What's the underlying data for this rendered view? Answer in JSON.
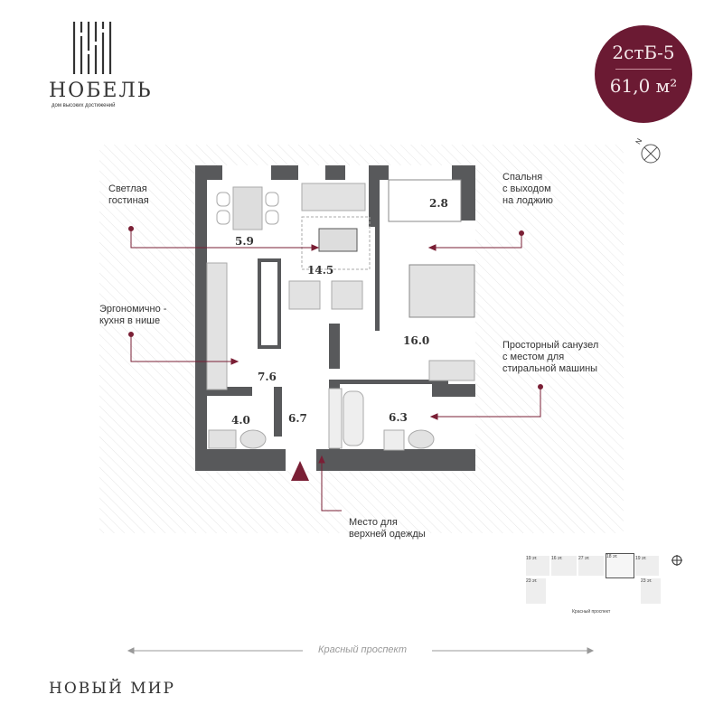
{
  "brand": {
    "name": "НОБЕЛЬ",
    "tagline": "дом высоких достижений"
  },
  "badge": {
    "type": "2стБ-5",
    "area": "61,0 м²",
    "color": "#6b1a33"
  },
  "compass": {
    "label": "N"
  },
  "rooms": [
    {
      "name": "living-dining",
      "area": "5.9"
    },
    {
      "name": "living",
      "area": "14.5"
    },
    {
      "name": "loggia",
      "area": "2.8"
    },
    {
      "name": "bedroom",
      "area": "16.0"
    },
    {
      "name": "kitchen",
      "area": "7.6"
    },
    {
      "name": "hall",
      "area": "6.7"
    },
    {
      "name": "bathroom-small",
      "area": "4.0"
    },
    {
      "name": "bathroom",
      "area": "6.3"
    }
  ],
  "notes": {
    "living": [
      "Светлая",
      "гостиная"
    ],
    "bedroom": [
      "Спальня",
      "с выходом",
      "на лоджию"
    ],
    "kitchen": [
      "Эргономично -",
      "кухня в нише"
    ],
    "bathroom": [
      "Просторный санузел",
      "с местом для",
      "стиральной машины"
    ],
    "wardrobe": [
      "Место для",
      "верхней одежды"
    ]
  },
  "keyplan": {
    "sections": [
      "19 эт.",
      "16 эт.",
      "27 эт.",
      "18 эт.",
      "19 эт.",
      "23 эт.",
      "23 эт."
    ],
    "street": "Красный проспект"
  },
  "street": "Красный проспект",
  "project": "НОВЫЙ МИР",
  "accent": "#7a1f35"
}
